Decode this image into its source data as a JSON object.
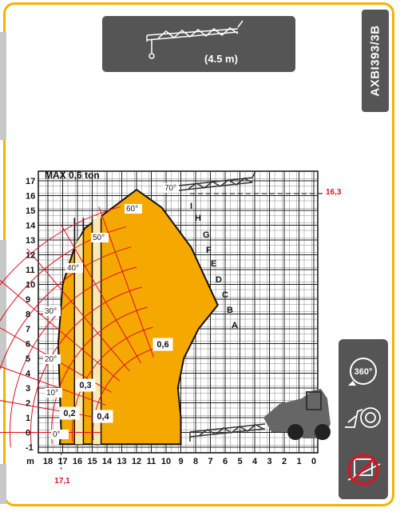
{
  "attachment": {
    "label": "(4.5 m)",
    "icon": "jib-attachment-icon"
  },
  "model": "AXBI393/3B",
  "chart": {
    "title": "MAX 0,6 ton",
    "y_labels": [
      "17",
      "16",
      "15",
      "14",
      "13",
      "12",
      "11",
      "10",
      "9",
      "8",
      "7",
      "6",
      "5",
      "4",
      "3",
      "2",
      "1",
      "0",
      "-1"
    ],
    "x_unit": "m",
    "x_labels": [
      "18",
      "17",
      "16",
      "15",
      "14",
      "13",
      "12",
      "11",
      "10",
      "9",
      "8",
      "7",
      "6",
      "5",
      "4",
      "3",
      "2",
      "1",
      "0"
    ],
    "angles": [
      "0°",
      "10°",
      "20°",
      "30°",
      "40°",
      "50°",
      "60°",
      "70°"
    ],
    "extension_letters": [
      "I",
      "H",
      "G",
      "F",
      "E",
      "D",
      "C",
      "B",
      "A"
    ],
    "max_height": "16,3",
    "max_reach": "17,1",
    "zone_labels": [
      "0,2",
      "0,3",
      "0,4",
      "0,6"
    ]
  },
  "features": [
    {
      "icon": "360-rotation-icon",
      "text": "360°"
    },
    {
      "icon": "stabilizers-wheels-icon"
    },
    {
      "icon": "no-operator-platform-icon"
    }
  ],
  "colors": {
    "frame": "#f2b400",
    "grid": "#333333",
    "zone": "#f5a800",
    "zone_light": "#fde9b0",
    "arc": "#e01020",
    "panel": "#555555",
    "highlight": "#e01020"
  }
}
